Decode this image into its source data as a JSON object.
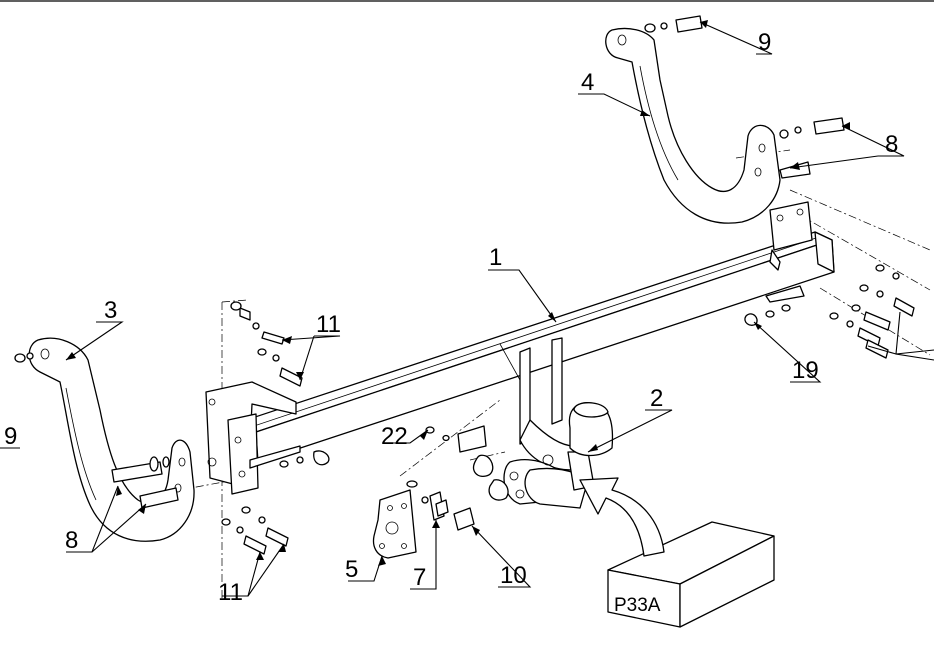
{
  "labels": {
    "l1": "1",
    "l2": "2",
    "l3": "3",
    "l4": "4",
    "l5": "5",
    "l7": "7",
    "l8a": "8",
    "l8b": "8",
    "l9a": "9",
    "l9b": "9",
    "l10": "10",
    "l11a": "11",
    "l11b": "11",
    "l19": "19",
    "l22": "22"
  },
  "box_label": "P33A"
}
